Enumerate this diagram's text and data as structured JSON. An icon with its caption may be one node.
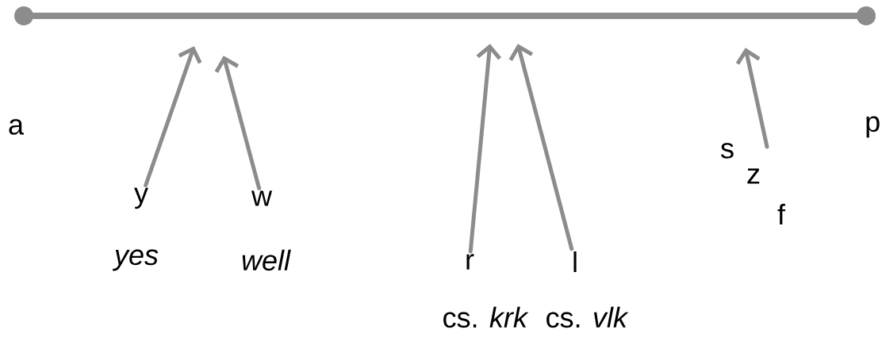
{
  "diagram": {
    "nodes": [
      {
        "text": [],
        "shape": "bar"
      },
      {
        "text": [
          "y"
        ],
        "beside": [
          "yes"
        ]
      },
      {
        "text": [
          "w"
        ],
        "beside": [
          "well"
        ]
      },
      {
        "text": [
          "r"
        ],
        "beside": [
          "cs. *krk*"
        ]
      },
      {
        "text": [
          "l"
        ],
        "beside": [
          "cs. *vlk*"
        ]
      }
    ],
    "edges": [
      {
        "from": 1,
        "to": 0,
        "arrow": "to"
      },
      {
        "from": 2,
        "to": 0,
        "arrow": "to"
      },
      {
        "from": 3,
        "to": 0,
        "arrow": "to"
      },
      {
        "from": 4,
        "to": 0,
        "arrow": "to"
      },
      {
        "from": null,
        "to": 0,
        "arrow": "to"
      }
    ],
    "labels": [
      "a",
      "p",
      "s",
      "z",
      "f"
    ]
  }
}
